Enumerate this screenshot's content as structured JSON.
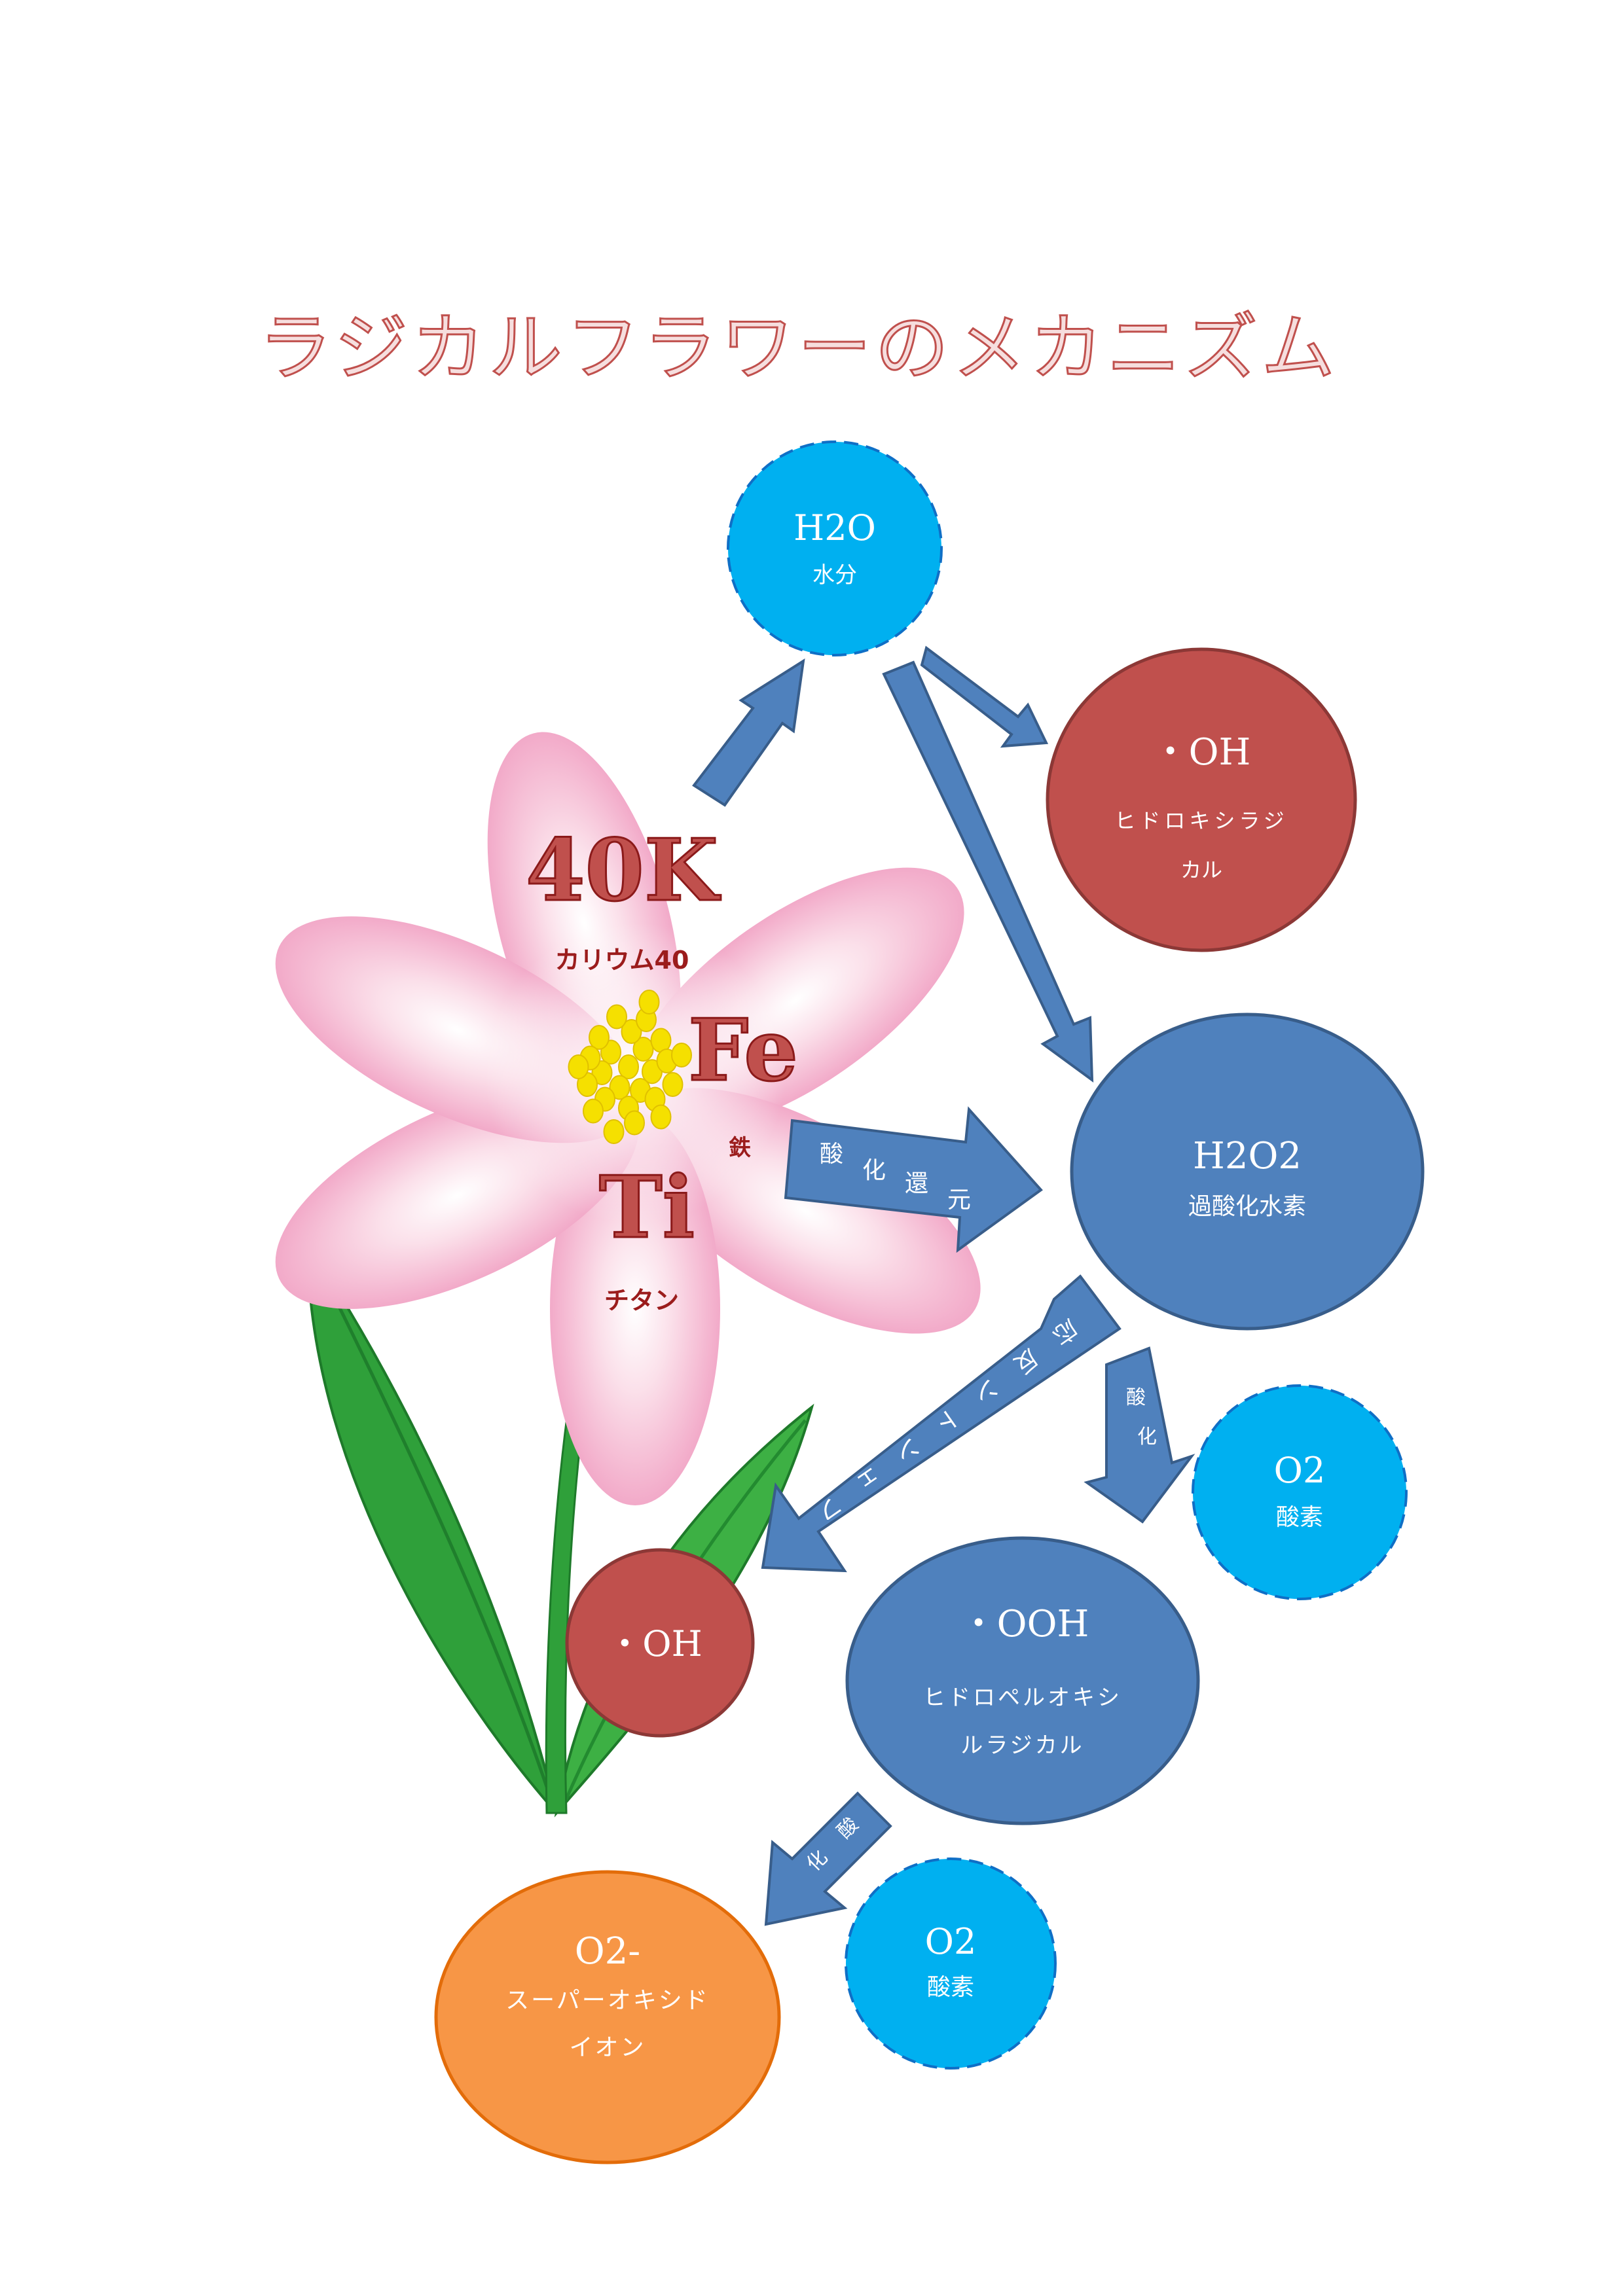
{
  "title": "ラジカルフラワーのメカニズム",
  "elements": {
    "k40": {
      "symbol": "40K",
      "label": "カリウム40"
    },
    "fe": {
      "symbol": "Fe",
      "label": "鉄"
    },
    "ti": {
      "symbol": "Ti",
      "label": "チタン"
    }
  },
  "nodes": {
    "h2o": {
      "title": "H2O",
      "sub": "水分"
    },
    "oh_top": {
      "title": "・OH",
      "sub1": "ヒドロキシラジ",
      "sub2": "カル"
    },
    "h2o2": {
      "title": "H2O2",
      "sub": "過酸化水素"
    },
    "o2_right": {
      "title": "O2",
      "sub": "酸素"
    },
    "oh_small": {
      "title": "・OH"
    },
    "ooh": {
      "title": "・OOH",
      "sub1": "ヒドロペルオキシ",
      "sub2": "ルラジカル"
    },
    "o2_bottom": {
      "title": "O2",
      "sub": "酸素"
    },
    "o2minus": {
      "title": "O2-",
      "sub1": "スーパーオキシド",
      "sub2": "イオン"
    }
  },
  "arrows": {
    "redox": [
      "酸",
      "化",
      "還",
      "元"
    ],
    "fenton": [
      "フ",
      "ェ",
      "ン",
      "ト",
      "ン",
      "反",
      "応"
    ],
    "oxidation1": [
      "酸",
      "化"
    ],
    "oxidation2": [
      "酸",
      "化"
    ]
  },
  "colors": {
    "cyan": "#00b0f0",
    "red": "#c0504d",
    "blue": "#4f81bd",
    "orange": "#f79646",
    "arrow": "#4f81bd",
    "arrow_stroke": "#385d8a"
  }
}
